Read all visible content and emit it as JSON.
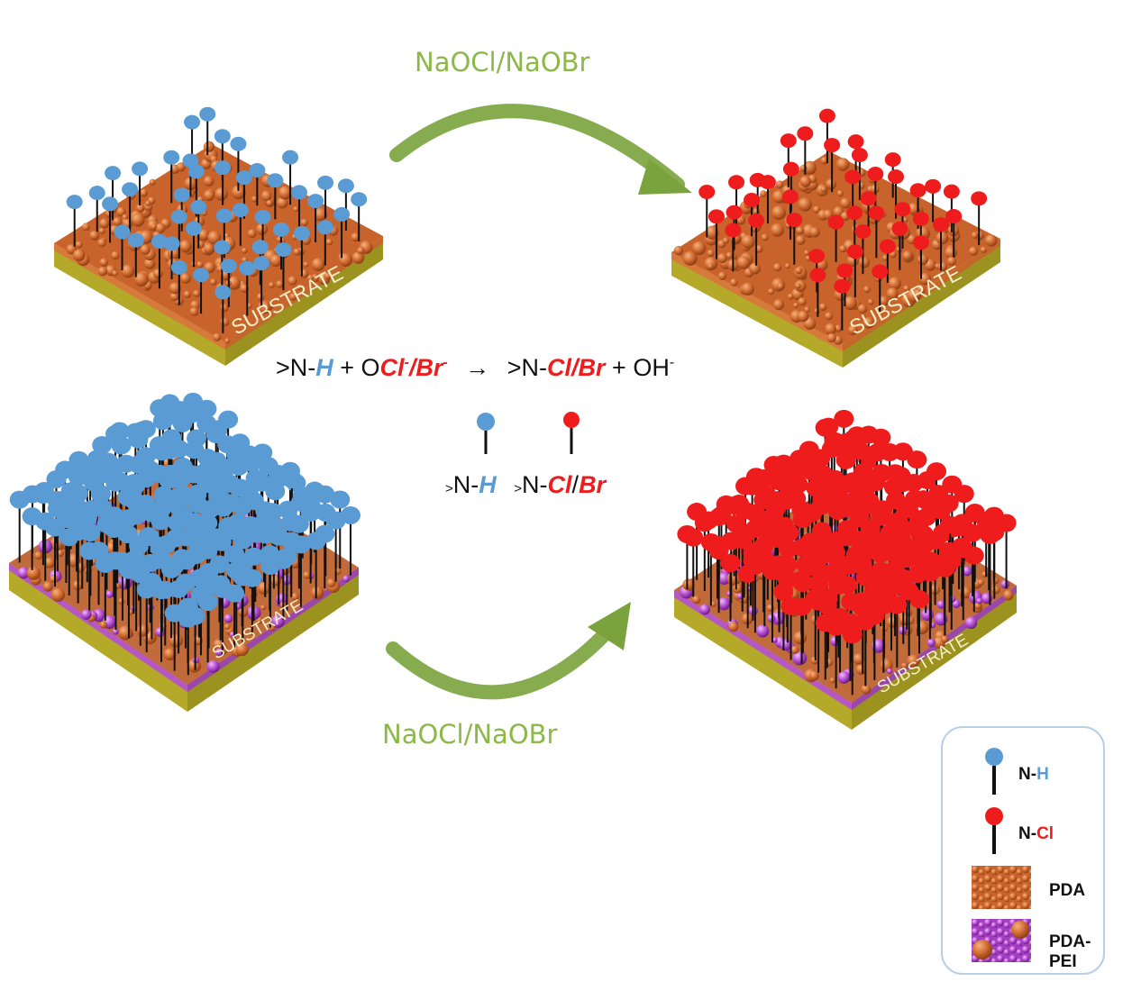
{
  "reagents": {
    "top": "NaOCl/NaOBr",
    "bottom": "NaOCl/NaOBr"
  },
  "substrate_label": "SUBSTRATE",
  "equation": {
    "lhs_n": ">N-",
    "lhs_h": "H",
    "plus1": " + O",
    "ion_cl": "Cl",
    "ion_sup1": "-",
    "slash": "/",
    "ion_br": "Br",
    "ion_sup2": "-",
    "arrow": "→",
    "rhs_n": ">N-",
    "rhs_clbr": "Cl/Br",
    "plus2": " + OH",
    "oh_sup": "-"
  },
  "key": {
    "nh_prefix": ">N-",
    "nh_suffix": "H",
    "ncl_prefix": ">N-",
    "ncl_cl": "Cl",
    "ncl_slash": "/",
    "ncl_br": "Br"
  },
  "legend": {
    "nh_n": "N-",
    "nh_h": "H",
    "ncl_n": "N-",
    "ncl_cl": "Cl",
    "pda": "PDA",
    "pdapei": "PDA-PEI"
  },
  "colors": {
    "nh_blue": "#5a9bd4",
    "ncl_red": "#ee1c1c",
    "reagent_green": "#8cb84a",
    "pda_orange": "#d8743c",
    "pei_purple": "#b54fd2",
    "substrate_olive": "#b4a929"
  }
}
